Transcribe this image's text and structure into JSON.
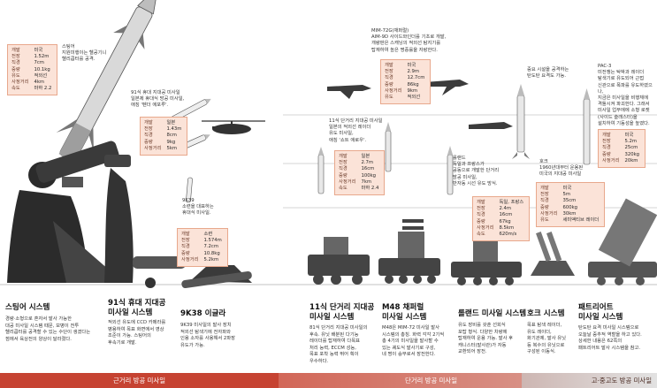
{
  "colors": {
    "band_near": "#c64332",
    "band_mid": "#d26758",
    "band_high": "#e2e2e2",
    "spec_bg": "#fbe3d8"
  },
  "stinger": {
    "note": "스팅어\n지원미행이는 헬공기니\n헬리콥터를 공격.",
    "rows": [
      [
        "개발",
        "미국"
      ],
      [
        "전장",
        "1.52m"
      ],
      [
        "직경",
        "7cm"
      ],
      [
        "중량",
        "10.1kg"
      ],
      [
        "유도",
        "적외선"
      ],
      [
        "사정거리",
        "4km"
      ],
      [
        "속도",
        "마하 2.2"
      ]
    ],
    "title": "스팅어 시스템",
    "desc": "경량·소형으로 혼자서 발사 가능한\n대공 미사일 시스템 때문, 보병이 전투\n헬리콥터를 공격할 수 있는 수단이 생겼다는\n점에서 육상전의 양상이 달라졌다."
  },
  "m91": {
    "note": "91식 휴대 지대공 미사일\n일본제 휴대식 방공 미사일,\n애칭 '펜더 에포루'.",
    "rows": [
      [
        "개발",
        "일본"
      ],
      [
        "전장",
        "1.43m"
      ],
      [
        "직경",
        "8cm"
      ],
      [
        "중량",
        "9kg"
      ],
      [
        "사정거리",
        "5km"
      ]
    ],
    "title": "91식 휴대 지대공\n미사일 시스템",
    "desc": "적외선 유도에 CCD 카메라를\n병용하여 목표 화면에서 영상\n조준이 가능. 스팅어의\n후속기로 개발."
  },
  "igla": {
    "note": "9K39\n소련을 대표하는\n휴대식 미사일.",
    "rows": [
      [
        "개발",
        "소련"
      ],
      [
        "전장",
        "1.574m"
      ],
      [
        "직경",
        "7.2cm"
      ],
      [
        "중량",
        "10.8kg"
      ],
      [
        "사정거리",
        "5.2km"
      ]
    ],
    "title": "9K38 이글라",
    "desc": "9K39 미사일의 발사 장치\n적외선 탐색기에 전자파와\n인용 소자를 사용해서 2파장\n유도가 가능."
  },
  "chuSAM": {
    "note": "11식 단거리 지대공 미사일\n일본의 적외선 레이더\n유도 미사일,\n애칭 '쇼트 애로우'.",
    "rows": [
      [
        "개발",
        "일본"
      ],
      [
        "전장",
        "2.7m"
      ],
      [
        "직경",
        "16cm"
      ],
      [
        "중량",
        "100kg"
      ],
      [
        "사정거리",
        "7km"
      ],
      [
        "속도",
        "마하 2.4"
      ]
    ],
    "title": "11식 단거리 지대공\n미사일 시스템",
    "desc": "81식 단거리 지대공 미사일의\n후속. 유닛 배분된 다기능\n레이더를 탑재하여 다목표\n처리 능력, ECCM 성능,\n목표 포착 능력 뛰어 획이\n우수하다."
  },
  "chaparral": {
    "note": "MIM-72G(채퍼럴)\nAIM-9D 사이드와인더를 기초로 개발,\n개량판은 스캐닝의 적외선 탐지기를\n탑재하여 높은 명중률을 자랑한다.",
    "rows": [
      [
        "개발",
        "미국"
      ],
      [
        "전장",
        "2.9m"
      ],
      [
        "직경",
        "12.7cm"
      ],
      [
        "중량",
        "86kg"
      ],
      [
        "사정거리",
        "9km"
      ],
      [
        "유도",
        "적외선"
      ]
    ],
    "title": "M48 채퍼럴\n미사일 시스템",
    "desc": "M48은 MIM-72 미사일 발사\n시스템의 총칭. 화력 각각 2기씩\n총 4기의 미사일을 발사할 수\n있는 궤도식 발사기로 구성,\n네 명이 승무로서 장전한다."
  },
  "roland": {
    "note": "롤랜드\n독일과 프랑스가\n공동으로 개발한 단거리\n방공 미사일,\n반자동 시선 유도 방식.",
    "rows": [
      [
        "개발",
        "독일, 프랑스"
      ],
      [
        "전장",
        "2.4m"
      ],
      [
        "직경",
        "16cm"
      ],
      [
        "중량",
        "67kg"
      ],
      [
        "사정거리",
        "8.5km"
      ],
      [
        "속도",
        "620m/s"
      ]
    ],
    "title": "롤랜드 미사일 시스템",
    "desc": "유도 장비를 갖춘 선회식\n포탑 형식. 다양한 차량에\n탑재하여 운용 가능. 발사 후\n캐니스터(발사관)가 자동\n교환되어 장전."
  },
  "hawk": {
    "note_top": "중요 시설을 공격하는\n탄도탄 요격도 가능.",
    "note": "호크\n1960년대부터 운용된\n미국의 지대공 미사일",
    "rows": [
      [
        "개발",
        "미국"
      ],
      [
        "전장",
        "5m"
      ],
      [
        "직경",
        "35cm"
      ],
      [
        "중량",
        "600kg"
      ],
      [
        "사정거리",
        "30km"
      ],
      [
        "유도",
        "세미액티브 레이더"
      ]
    ],
    "title": "호크 시스템",
    "desc": "목표 탐색 레이더,\n유도 레이더,\n화기관제, 발사 유닛\n등 복수의 유닛으로\n구성된 이동식."
  },
  "patriot": {
    "note": "PAC-3\n미전쟁는 탁박과 레이더\n탐색기로 유도되어 근접\n신관으로 폭파를 유도하였으나,\n지금은 미사일을 비행체에\n격돌시켜 파괴한다. 그래서\n미사일 업무에에 소형 로켓\n(사이드 슬래스터)을\n설치하여 기동성을 높였다.",
    "rows": [
      [
        "개발",
        "미국"
      ],
      [
        "전장",
        "5.2m"
      ],
      [
        "직경",
        "25cm"
      ],
      [
        "중량",
        "320kg"
      ],
      [
        "사정거리",
        "20km"
      ]
    ],
    "title": "패트리어트\n미사일 시스템",
    "desc": "탄도탄 요격 미사일 시스템으로\n오늘날 중추적 역할을 하고 있다.\n상세한 내용은 62쪽의\n패트리어트 발사 시스템을 참고."
  },
  "bands": {
    "near": "근거리 방공 미사일",
    "mid": "단거리 방공 미사일",
    "high": "고·중고도 방공 미사일"
  }
}
